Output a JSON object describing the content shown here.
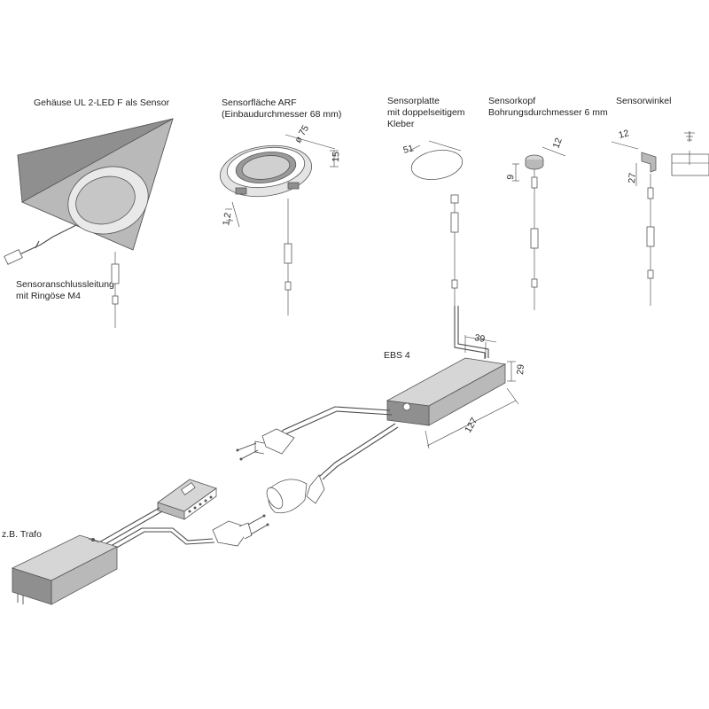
{
  "labels": {
    "housing": "Gehäuse UL 2-LED F als Sensor",
    "sensor_cable_line1": "Sensoranschlussleitung",
    "sensor_cable_line2": "mit Ringöse M4",
    "surface_line1": "Sensorfläche ARF",
    "surface_line2": "(Einbaudurchmesser 68 mm)",
    "plate_line1": "Sensorplatte",
    "plate_line2": "mit doppelseitigem",
    "plate_line3": "Kleber",
    "head_line1": "Sensorkopf",
    "head_line2": "Bohrungsdurchmesser 6 mm",
    "angle": "Sensorwinkel",
    "ebs": "EBS 4",
    "trafo": "z.B. Trafo"
  },
  "dimensions": {
    "diameter": "ø 75",
    "height15": "15",
    "thickness": "1,2",
    "plate51": "51",
    "head12": "12",
    "head9": "9",
    "angle12": "12",
    "angle27": "27",
    "ebs39": "39",
    "ebs29": "29",
    "ebs127": "127"
  },
  "colors": {
    "body": "#b9b9b9",
    "line": "#3a3a3a"
  }
}
